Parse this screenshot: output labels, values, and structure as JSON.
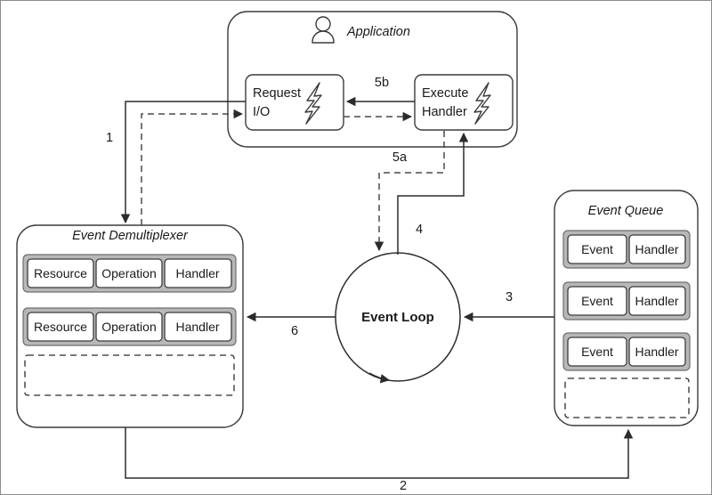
{
  "diagram": {
    "title": "Reactor pattern / event loop architecture",
    "containers": {
      "application": {
        "label": "Application",
        "icon": "person-icon",
        "boxes": [
          {
            "line1": "Request",
            "line2": "I/O",
            "icon": "lightning-bolt-icon"
          },
          {
            "line1": "Execute",
            "line2": "Handler",
            "icon": "lightning-bolt-icon"
          }
        ]
      },
      "demultiplexer": {
        "label": "Event Demultiplexer",
        "rows": [
          {
            "cells": [
              "Resource",
              "Operation",
              "Handler"
            ]
          },
          {
            "cells": [
              "Resource",
              "Operation",
              "Handler"
            ]
          }
        ],
        "empty_slot": ""
      },
      "event_queue": {
        "label": "Event Queue",
        "rows": [
          {
            "cells": [
              "Event",
              "Handler"
            ]
          },
          {
            "cells": [
              "Event",
              "Handler"
            ]
          },
          {
            "cells": [
              "Event",
              "Handler"
            ]
          }
        ],
        "empty_slot": ""
      },
      "event_loop": {
        "label": "Event Loop"
      }
    },
    "flows": [
      {
        "id": "1",
        "label": "1",
        "style": "solid",
        "from": "request-io",
        "to": "event-demultiplexer"
      },
      {
        "id": "2",
        "label": "2",
        "style": "solid",
        "from": "event-demultiplexer",
        "to": "event-queue"
      },
      {
        "id": "3",
        "label": "3",
        "style": "solid",
        "from": "event-queue",
        "to": "event-loop"
      },
      {
        "id": "4",
        "label": "4",
        "style": "solid",
        "from": "event-loop",
        "to": "execute-handler"
      },
      {
        "id": "5a",
        "label": "5a",
        "style": "dashed",
        "from": "execute-handler",
        "to": "event-loop"
      },
      {
        "id": "5b",
        "label": "5b",
        "style": "solid",
        "from": "execute-handler",
        "to": "request-io"
      },
      {
        "id": "6",
        "label": "6",
        "style": "solid",
        "from": "event-loop",
        "to": "event-demultiplexer"
      },
      {
        "id": "demux-to-request",
        "label": "",
        "style": "dashed",
        "from": "event-demultiplexer",
        "to": "request-io"
      },
      {
        "id": "request-to-execute",
        "label": "",
        "style": "dashed",
        "from": "request-io",
        "to": "execute-handler"
      }
    ],
    "colors": {
      "stroke": "#2b2b2b",
      "slot_frame": "#b8b8b8",
      "background": "#ffffff",
      "frame_border": "#8c8c8c"
    }
  }
}
